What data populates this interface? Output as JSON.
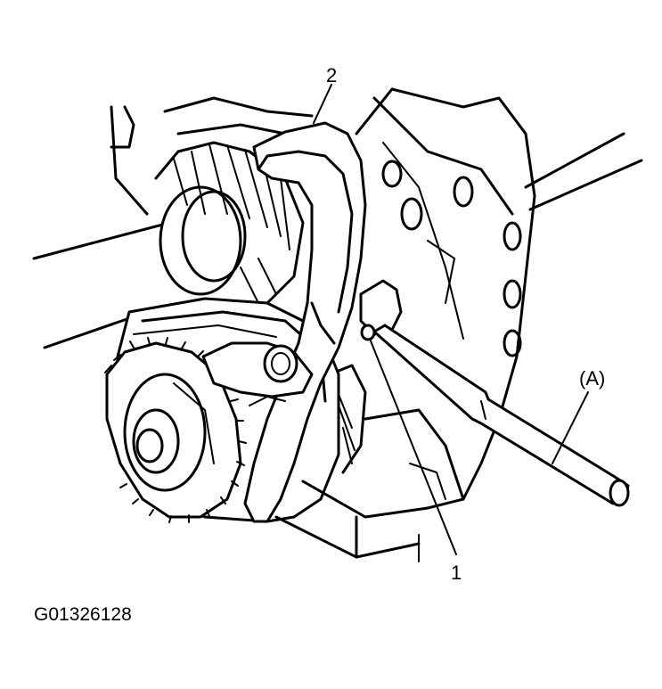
{
  "figure": {
    "callouts": {
      "label_1": "1",
      "label_2": "2",
      "label_a": "(A)"
    },
    "figure_code": "G01326128"
  }
}
